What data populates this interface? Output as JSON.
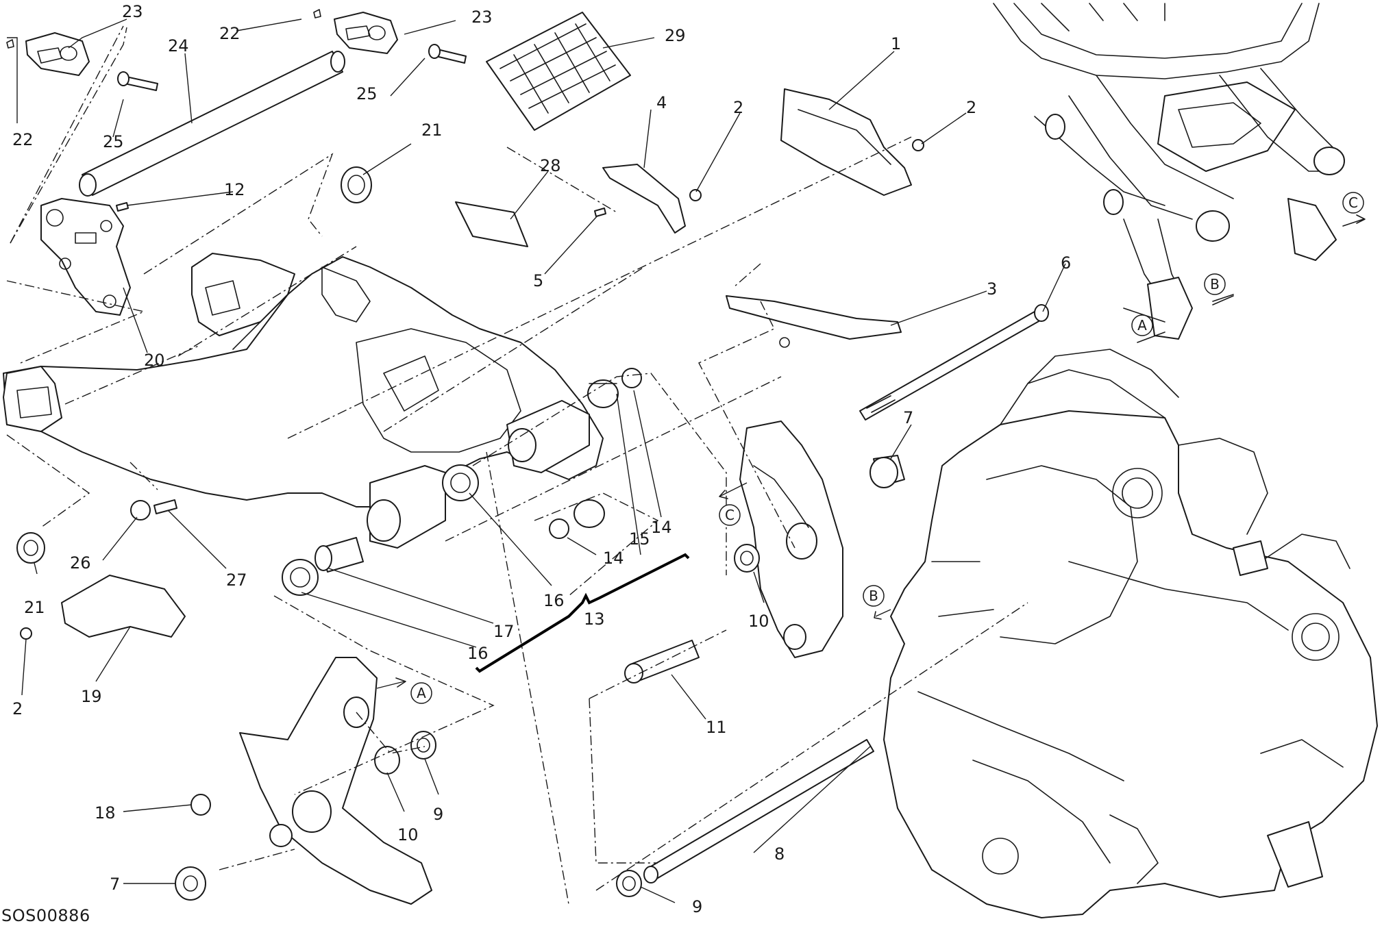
{
  "diagram": {
    "drawing_code": "SOS00886",
    "callouts": {
      "c1": "1",
      "c2a": "2",
      "c2b": "2",
      "c2c": "2",
      "c3": "3",
      "c4": "4",
      "c5": "5",
      "c6": "6",
      "c7a": "7",
      "c7b": "7",
      "c8": "8",
      "c9a": "9",
      "c9b": "9",
      "c10a": "10",
      "c10b": "10",
      "c11": "11",
      "c12": "12",
      "c13": "13",
      "c14a": "14",
      "c14b": "14",
      "c15": "15",
      "c16a": "16",
      "c16b": "16",
      "c17": "17",
      "c18": "18",
      "c19": "19",
      "c20": "20",
      "c21a": "21",
      "c21b": "21",
      "c22a": "22",
      "c22b": "22",
      "c23a": "23",
      "c23b": "23",
      "c24": "24",
      "c25a": "25",
      "c25b": "25",
      "c26": "26",
      "c27": "27",
      "c28": "28",
      "c29": "29"
    },
    "references": {
      "rA1": "A",
      "rA2": "A",
      "rB1": "B",
      "rB2": "B",
      "rC1": "C",
      "rC2": "C"
    }
  }
}
